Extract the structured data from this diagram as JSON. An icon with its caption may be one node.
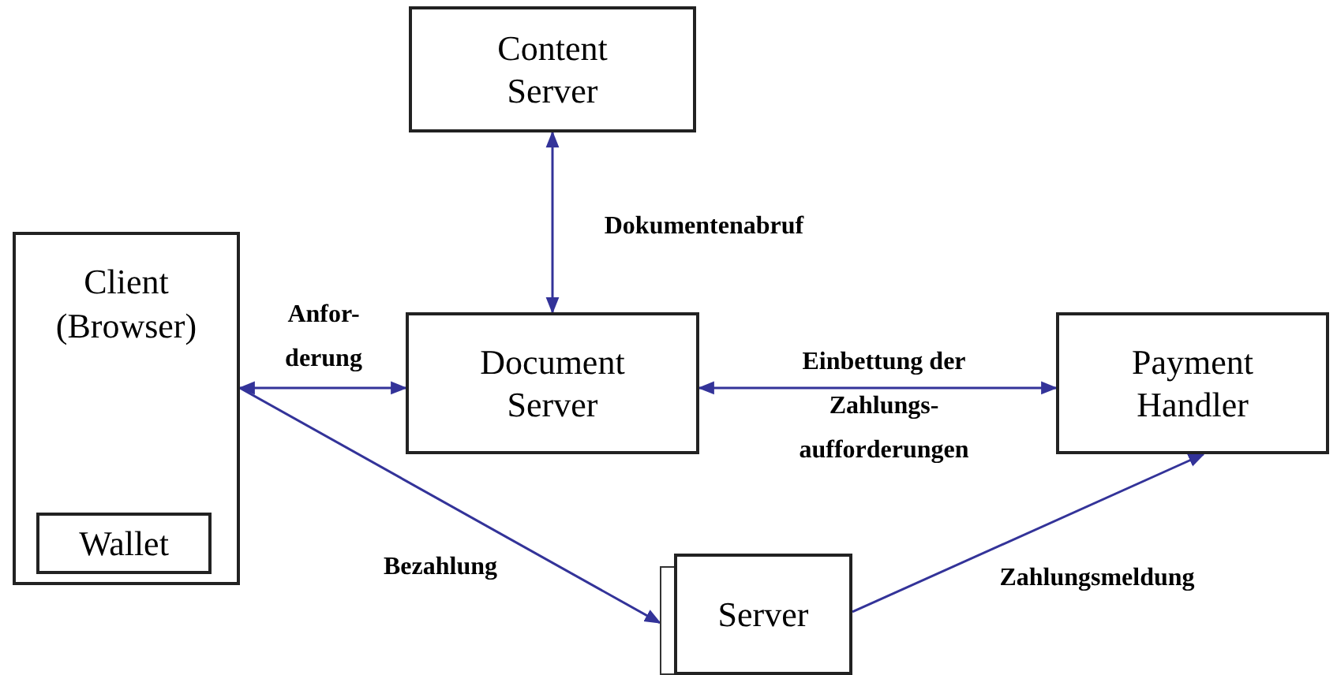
{
  "diagram": {
    "nodes": [
      {
        "text": [
          "Content Server"
        ]
      },
      {
        "text": [
          "Client (Browser)"
        ]
      },
      {
        "text": [
          "Wallet"
        ],
        "in": 1
      },
      {
        "text": [
          "Document Server"
        ]
      },
      {
        "text": [
          "Payment Handler"
        ]
      },
      {
        "text": [
          "Server"
        ]
      }
    ],
    "edges": [
      {
        "from": 0,
        "to": 3,
        "arrow": "both",
        "label": "Dokumentenabruf"
      },
      {
        "from": 1,
        "to": 3,
        "arrow": "both",
        "label": "Anfor- derung"
      },
      {
        "from": 3,
        "to": 4,
        "arrow": "both",
        "label": "Einbettung der Zahlungs- aufforderungen"
      },
      {
        "from": 1,
        "to": 5,
        "arrow": "to",
        "label": "Bezahlung"
      },
      {
        "from": 5,
        "to": 4,
        "arrow": "to",
        "label": "Zahlungsmeldung"
      }
    ]
  }
}
